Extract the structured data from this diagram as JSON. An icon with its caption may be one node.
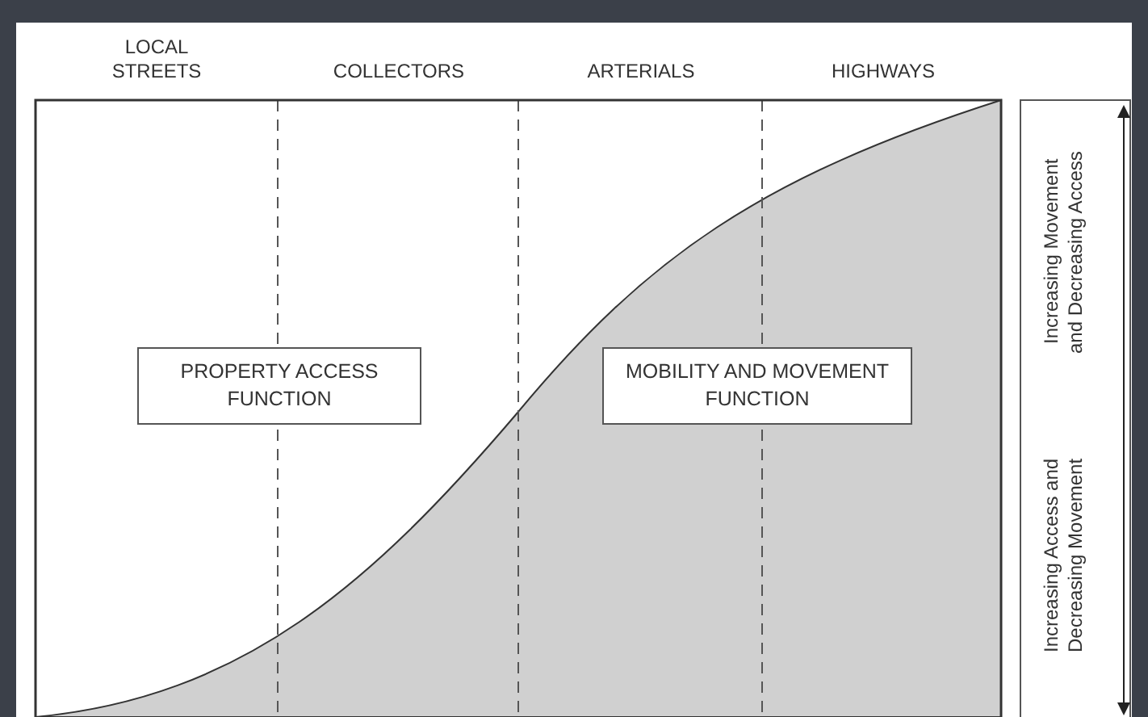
{
  "diagram": {
    "nodes": [
      {
        "text": [
          "PROPERTY ACCESS FUNCTION"
        ]
      },
      {
        "text": [
          "MOBILITY AND MOVEMENT FUNCTION"
        ]
      }
    ],
    "labels": [
      "LOCAL STREETS",
      "COLLECTORS",
      "ARTERIALS",
      "HIGHWAYS",
      "Increasing Movement and Decreasing Access",
      "Increasing Access and Decreasing Movement"
    ]
  }
}
